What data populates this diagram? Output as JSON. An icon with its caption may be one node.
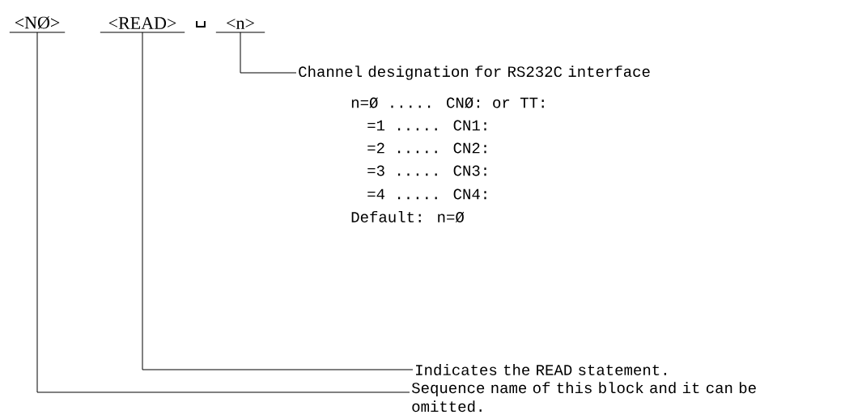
{
  "diagram": {
    "nodes": [
      {
        "text": [
          "<NØ>"
        ]
      },
      {
        "text": [
          "<READ>"
        ]
      },
      {
        "text": [
          "<n>"
        ]
      },
      {
        "text": [
          "Channel designation for RS232C interface"
        ]
      },
      {
        "text": [
          "Indicates the READ statement."
        ]
      },
      {
        "text": [
          "Sequence name of this block and it can be omitted."
        ]
      }
    ],
    "edges": [
      {
        "from": 2,
        "to": 3,
        "arrow": "none"
      },
      {
        "from": 1,
        "to": 4,
        "arrow": "none"
      },
      {
        "from": 0,
        "to": 5,
        "arrow": "none"
      }
    ],
    "labels": [
      "␣",
      "n=Ø ..... CNØ: or TT:",
      "=1 ..... CN1:",
      "=2 ..... CN2:",
      "=3 ..... CN3:",
      "=4 ..... CN4:",
      "Default: n=Ø"
    ]
  }
}
